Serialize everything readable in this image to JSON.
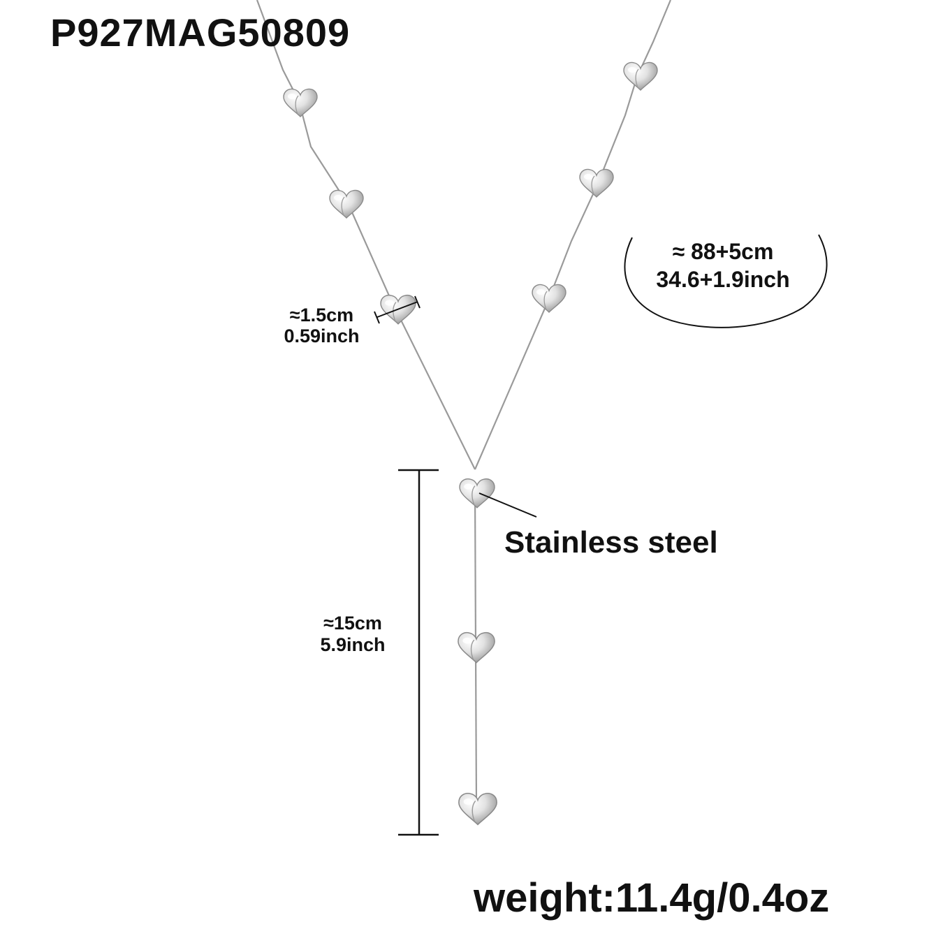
{
  "product": {
    "code": "P927MAG50809",
    "material": "Stainless steel",
    "weight": "weight:11.4g/0.4oz"
  },
  "dimensions": {
    "charm_width": {
      "cm": "≈1.5cm",
      "inch": "0.59inch"
    },
    "length": {
      "cm": "≈ 88+5cm",
      "inch": "34.6+1.9inch"
    },
    "drop": {
      "cm": "≈15cm",
      "inch": "5.9inch"
    }
  },
  "colors": {
    "background": "#ffffff",
    "text": "#111111",
    "chain": "#9a9a9a",
    "heart_light": "#f2f2f2",
    "heart_dark": "#8c8c8c"
  },
  "icons": {
    "charm": "heart-icon"
  }
}
